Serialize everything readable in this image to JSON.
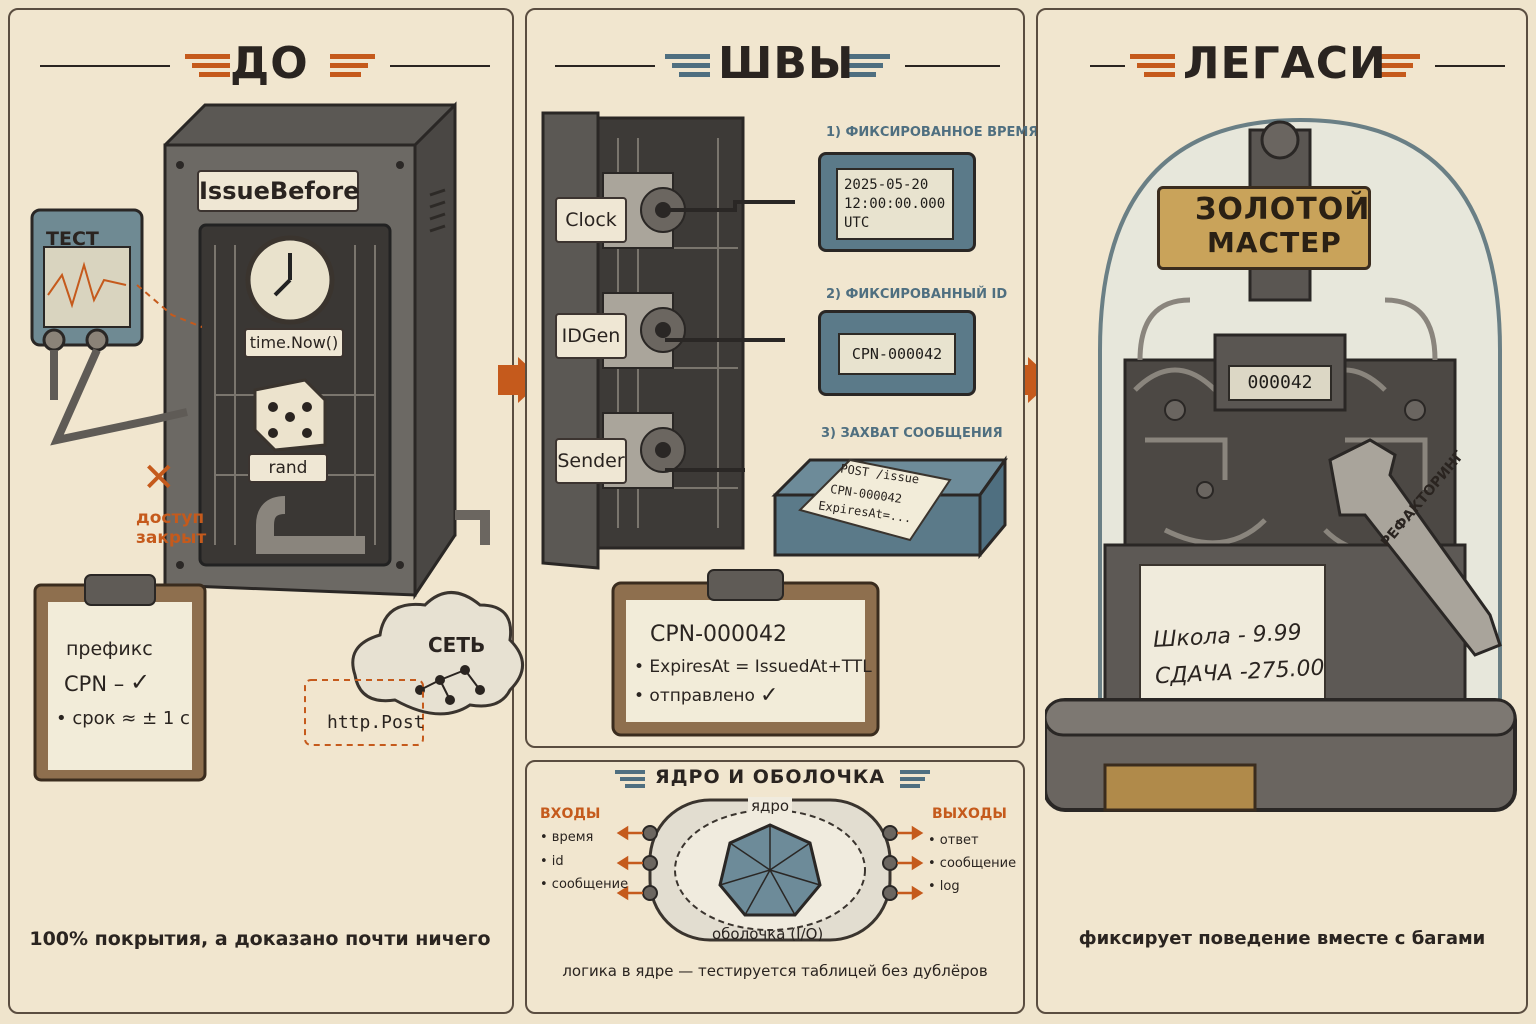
{
  "panels": {
    "before": {
      "title": "ДО",
      "machine_label": "IssueBefore",
      "clock_label": "time.Now()",
      "rand_label": "rand",
      "test_label": "ТЕСТ",
      "denied_line1": "доступ",
      "denied_line2": "закрыт",
      "clipboard": {
        "line1": "префикс",
        "line2": "CPN –",
        "line3": "• срок ≈ ± 1 с"
      },
      "network_label": "СЕТЬ",
      "http_label": "http.Post",
      "caption": "100% покрытия, а доказано почти ничего"
    },
    "seams": {
      "title": "ШВЫ",
      "ports": [
        "Clock",
        "IDGen",
        "Sender"
      ],
      "fixtures": [
        {
          "heading": "1) ФИКСИРОВАННОЕ ВРЕМЯ",
          "line1": "2025-05-20",
          "line2": "12:00:00.000",
          "line3": "UTC"
        },
        {
          "heading": "2) ФИКСИРОВАННЫЙ ID",
          "line1": "CPN-000042"
        },
        {
          "heading": "3) ЗАХВАТ СООБЩЕНИЯ",
          "line1": "POST /issue",
          "line2": "CPN-000042",
          "line3": "ExpiresAt=..."
        }
      ],
      "clipboard": {
        "line1": "CPN-000042",
        "line2": "• ExpiresAt = IssuedAt+TTL",
        "line3": "• отправлено"
      }
    },
    "core": {
      "title": "ЯДРО И ОБОЛОЧКА",
      "inputs_title": "ВХОДЫ",
      "inputs": [
        "• время",
        "• id",
        "• сообщение"
      ],
      "outputs_title": "ВЫХОДЫ",
      "outputs": [
        "• ответ",
        "• сообщение",
        "• log"
      ],
      "core_label": "ядро",
      "shell_label": "оболочка (I/O)",
      "caption": "логика в ядре — тестируется таблицей без дублёров"
    },
    "legacy": {
      "title": "ЛЕГАСИ",
      "plate_line1": "ЗОЛОТОЙ",
      "plate_line2": "МАСТЕР",
      "counter": "000042",
      "wrench_label": "РЕФАКТОРИНГ",
      "receipt_line1": "Школа - 9.99",
      "receipt_line2": "СДАЧА -275.00",
      "caption": "фиксирует поведение вместе с багами"
    }
  },
  "colors": {
    "accent": "#c55a1c",
    "steel_blue": "#4f6f80",
    "paper": "#efe4cc",
    "ink": "#2a2420"
  }
}
